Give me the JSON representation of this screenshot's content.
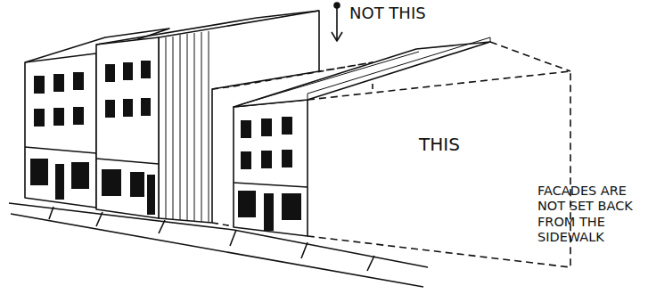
{
  "diagram": {
    "labels": [
      "NOT THIS",
      "THIS",
      "FACADES ARE NOT SET BACK FROM THE SIDEWALK"
    ]
  }
}
